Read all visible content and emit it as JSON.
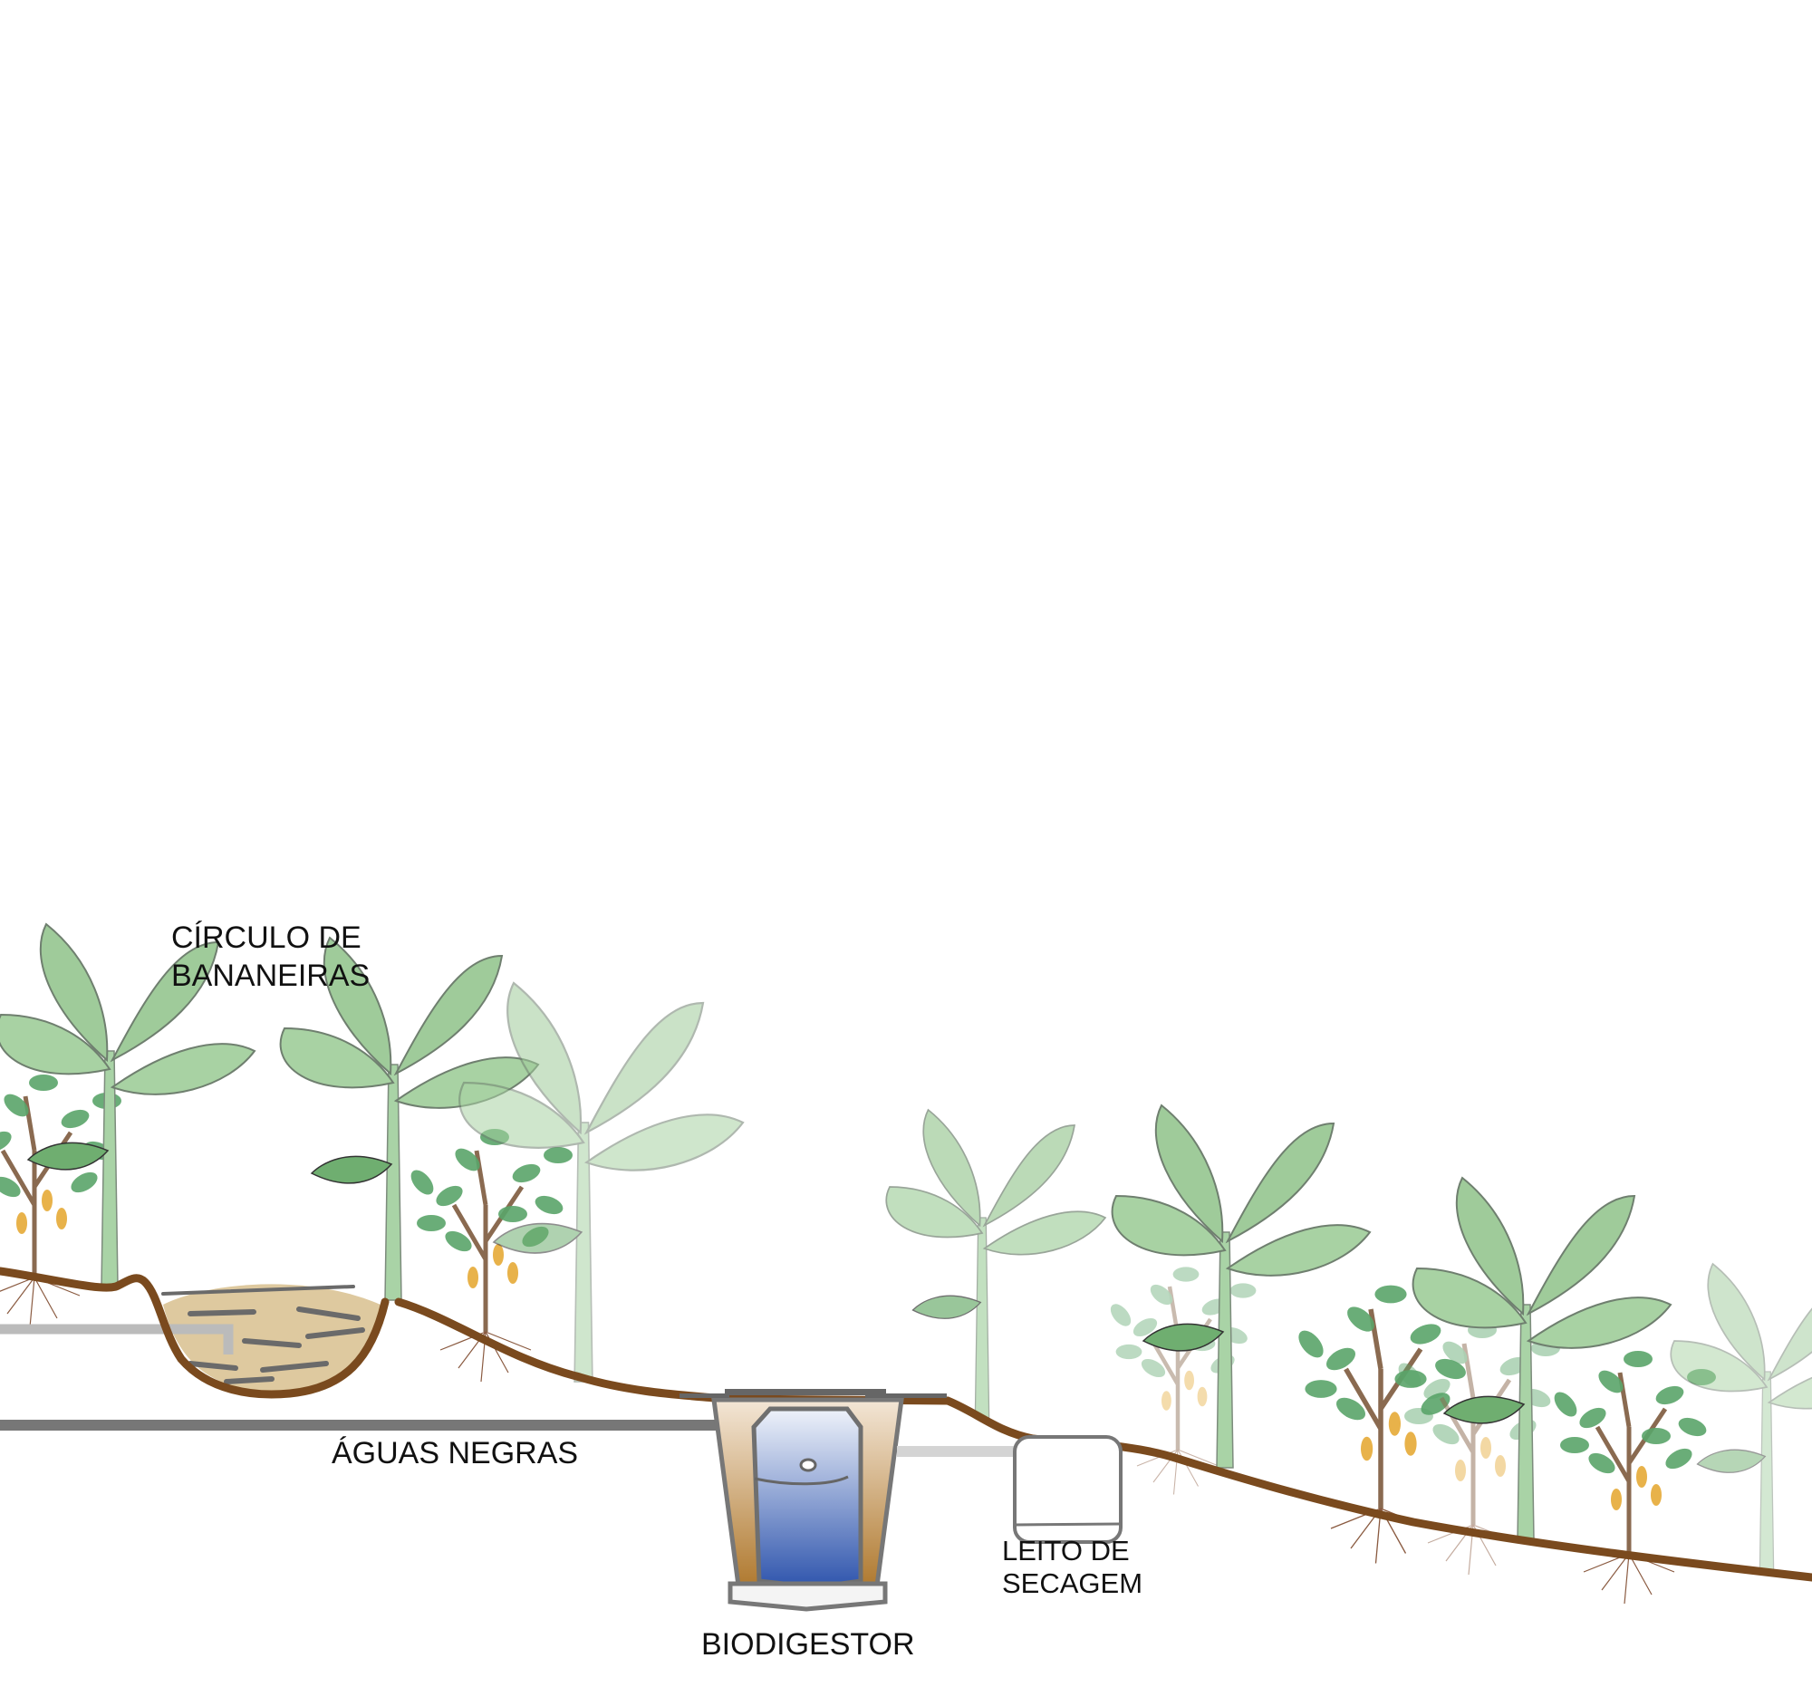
{
  "labels": {
    "banana_circle_line1": "CÍRCULO DE",
    "banana_circle_line2": "BANANEIRAS",
    "black_water": "ÁGUAS NEGRAS",
    "biodigester": "BIODIGESTOR",
    "drying_bed_line1": "LEITO DE",
    "drying_bed_line2": "SECAGEM"
  },
  "colors": {
    "soil": "#7a4a1e",
    "pipe_dark": "#777777",
    "pipe_light": "#c4c4c4",
    "leaf": "#8fc08f",
    "leaf_dark": "#4e9a5a",
    "pod": "#e8b24a",
    "water_top": "#e6ecf7",
    "water_bottom": "#2f55ad"
  }
}
